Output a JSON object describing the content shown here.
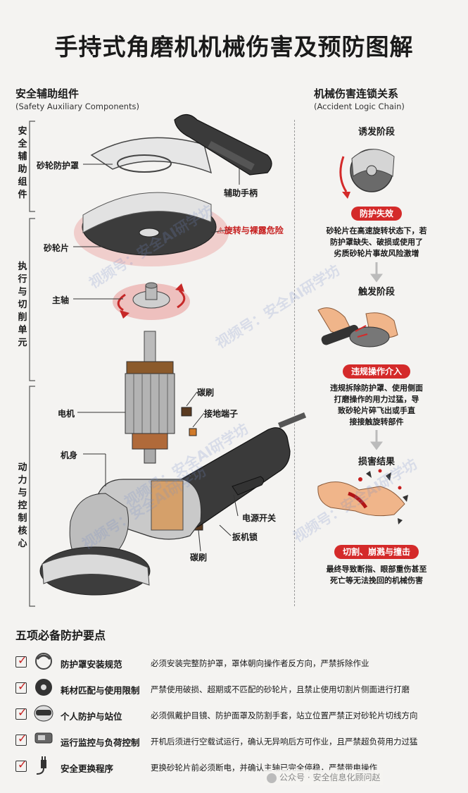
{
  "title": "手持式角磨机机械伤害及预防图解",
  "left_section": {
    "heading": "安全辅助组件",
    "subheading": "(Safety Auxiliary Components)",
    "groups": [
      {
        "label": "安全辅助组件"
      },
      {
        "label": "执行与切削单元"
      },
      {
        "label": "动力与控制核心"
      }
    ],
    "labels": {
      "guard": "砂轮防护罩",
      "handle": "辅助手柄",
      "warning": "旋转与裸露危险",
      "wheel": "砂轮片",
      "spindle": "主轴",
      "brush_top": "碳刷",
      "ground": "接地端子",
      "motor": "电机",
      "body": "机身",
      "switch": "电源开关",
      "trigger_lock": "扳机锁",
      "brush_bottom": "碳刷"
    }
  },
  "right_section": {
    "heading": "机械伤害连锁关系",
    "subheading": "(Accident Logic Chain)",
    "stages": [
      {
        "title": "诱发阶段",
        "badge": "防护失效",
        "lines": [
          "砂轮片在高速旋转状态下，若",
          "防护罩缺失、破损或使用了",
          "劣质砂轮片事故风险激增"
        ]
      },
      {
        "title": "触发阶段",
        "badge": "违规操作介入",
        "lines": [
          "违规拆除防护罩、使用侧面",
          "打磨操作的用力过猛，导",
          "致砂轮片碎飞出或手直",
          "接接触旋转部件"
        ]
      },
      {
        "title": "损害结果",
        "badge": "切割、崩溅与撞击",
        "lines": [
          "最终导致断指、眼部重伤甚至",
          "死亡等无法挽回的机械伤害"
        ]
      }
    ]
  },
  "tips_section": {
    "heading": "五项必备防护要点",
    "items": [
      {
        "name": "防护罩安装规范",
        "desc": "必须安装完整防护罩，罩体朝向操作者反方向，严禁拆除作业",
        "icon": "guard-icon"
      },
      {
        "name": "耗材匹配与使用限制",
        "desc": "严禁使用破损、超期或不匹配的砂轮片，且禁止使用切割片侧面进行打磨",
        "icon": "disc-icon"
      },
      {
        "name": "个人防护与站位",
        "desc": "必须佩戴护目镜、防护面罩及防割手套，站立位置严禁正对砂轮片切线方向",
        "icon": "goggles-icon"
      },
      {
        "name": "运行监控与负荷控制",
        "desc": "开机后须进行空载试运行，确认无异响后方可作业，且严禁超负荷用力过猛",
        "icon": "monitor-icon"
      },
      {
        "name": "安全更换程序",
        "desc": "更换砂轮片前必须断电，并确认主轴已完全停稳，严禁带电操作",
        "icon": "plug-icon"
      }
    ]
  },
  "watermarks": [
    "视频号：安全AI研学坊",
    "视频号：安全AI研学坊",
    "视频号：安全AI研学坊",
    "视频号：安全AI研学坊",
    "视频号：安全AI研学坊"
  ],
  "footer": {
    "account": "公众号 · 安全信息化顾问赵"
  },
  "colors": {
    "accent": "#d42a2a",
    "background": "#f4f3f1",
    "tool_dark": "#333333"
  }
}
